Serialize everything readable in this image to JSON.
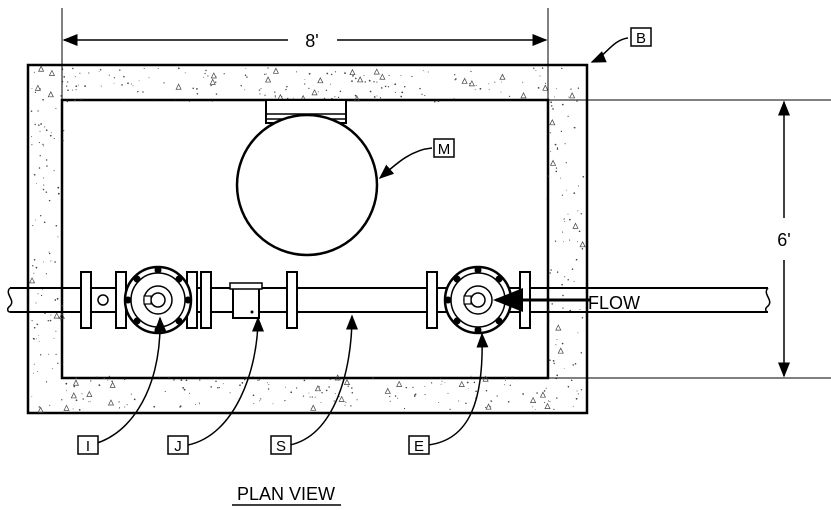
{
  "drawing": {
    "title": "PLAN VIEW",
    "dim_width": "8'",
    "dim_height": "6'",
    "flow_label": "FLOW"
  },
  "callouts": {
    "b": "B",
    "m": "M",
    "i": "I",
    "j": "J",
    "s": "S",
    "e": "E"
  },
  "colors": {
    "line": "#000000",
    "background": "#ffffff",
    "concrete_speckle": "#444444"
  }
}
